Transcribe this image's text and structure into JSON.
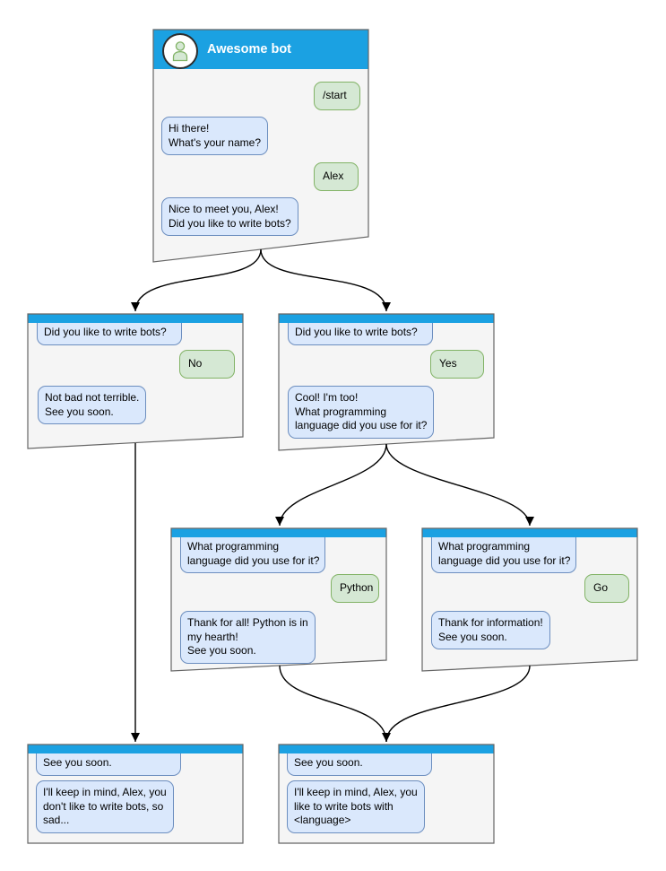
{
  "colors": {
    "header_blue": "#1BA1E2",
    "box_fill": "#F5F5F5",
    "box_border": "#666666",
    "bot_bubble_fill": "#DAE8FC",
    "bot_bubble_border": "#6C8EBF",
    "user_bubble_fill": "#D5E8D4",
    "user_bubble_border": "#82B366",
    "edge_color": "#000000",
    "avatar_icon_fill": "#D5E8D4",
    "avatar_icon_stroke": "#82B366"
  },
  "nodes": {
    "main": {
      "title": "Awesome bot",
      "avatar_icon": "person-icon",
      "messages": [
        {
          "from": "user",
          "text": "/start"
        },
        {
          "from": "bot",
          "text": "Hi there!\nWhat's your name?"
        },
        {
          "from": "user",
          "text": "Alex"
        },
        {
          "from": "bot",
          "text": "Nice to meet you, Alex!\nDid you like to write bots?"
        }
      ]
    },
    "branch_no": {
      "messages": [
        {
          "from": "bot",
          "text": "Did you like to write bots?"
        },
        {
          "from": "user",
          "text": "No"
        },
        {
          "from": "bot",
          "text": "Not bad not terrible.\nSee you soon."
        }
      ]
    },
    "branch_yes": {
      "messages": [
        {
          "from": "bot",
          "text": "Did you like to write bots?"
        },
        {
          "from": "user",
          "text": "Yes"
        },
        {
          "from": "bot",
          "text": "Cool! I'm too!\nWhat programming\nlanguage did you use for it?"
        }
      ]
    },
    "branch_python": {
      "messages": [
        {
          "from": "bot",
          "text": "What programming\nlanguage did you use for it?"
        },
        {
          "from": "user",
          "text": "Python"
        },
        {
          "from": "bot",
          "text": "Thank for all! Python is in\nmy hearth!\nSee you soon."
        }
      ]
    },
    "branch_go": {
      "messages": [
        {
          "from": "bot",
          "text": "What programming\nlanguage did you use for it?"
        },
        {
          "from": "user",
          "text": "Go"
        },
        {
          "from": "bot",
          "text": "Thank for information!\nSee you soon."
        }
      ]
    },
    "end_no": {
      "messages": [
        {
          "from": "bot",
          "text": "See you soon."
        },
        {
          "from": "bot",
          "text": "I'll keep in mind, Alex, you\ndon't like to write bots, so\nsad..."
        }
      ]
    },
    "end_yes": {
      "messages": [
        {
          "from": "bot",
          "text": "See you soon."
        },
        {
          "from": "bot",
          "text": "I'll keep in mind, Alex, you\nlike to write bots with\n<language>"
        }
      ]
    }
  }
}
